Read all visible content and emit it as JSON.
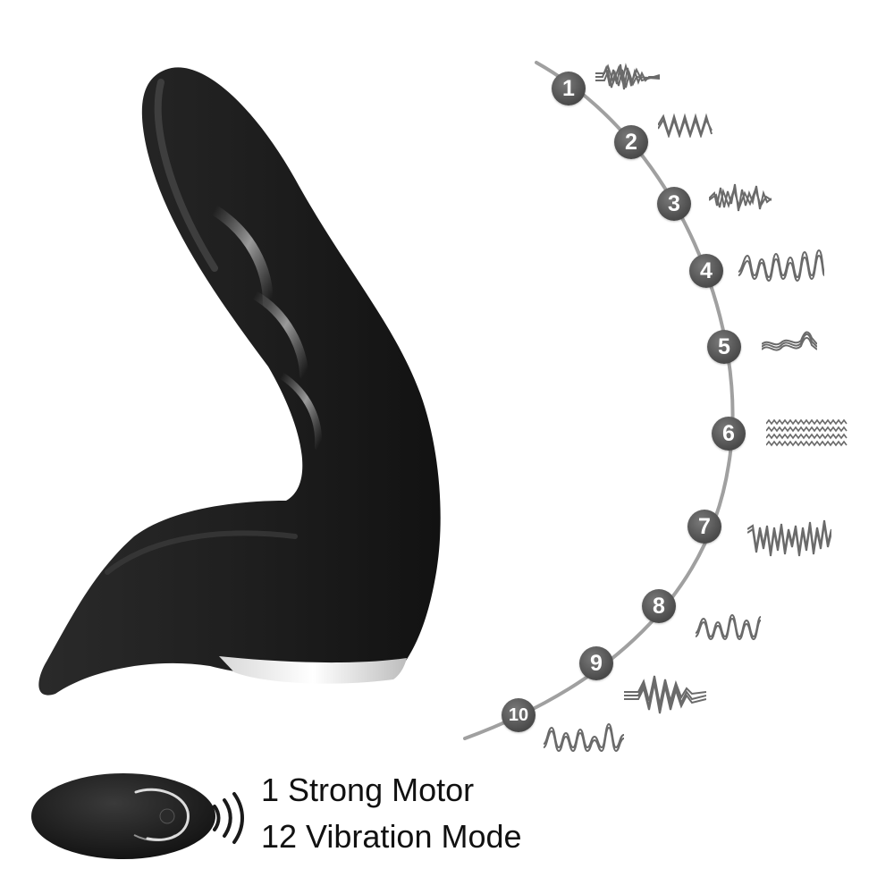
{
  "features": {
    "motor": "1 Strong Motor",
    "modes": "12 Vibration Mode"
  },
  "vibration_modes": [
    "1",
    "2",
    "3",
    "4",
    "5",
    "6",
    "7",
    "8",
    "9",
    "10"
  ],
  "icons": {
    "device": "product-silhouette",
    "remote": "remote-control-icon",
    "signal": "signal-waves-icon",
    "waveform": "waveform-icon"
  },
  "colors": {
    "product": "#1c1c1c",
    "node": "#555555",
    "wave": "#6a6a6a",
    "text": "#111111"
  }
}
